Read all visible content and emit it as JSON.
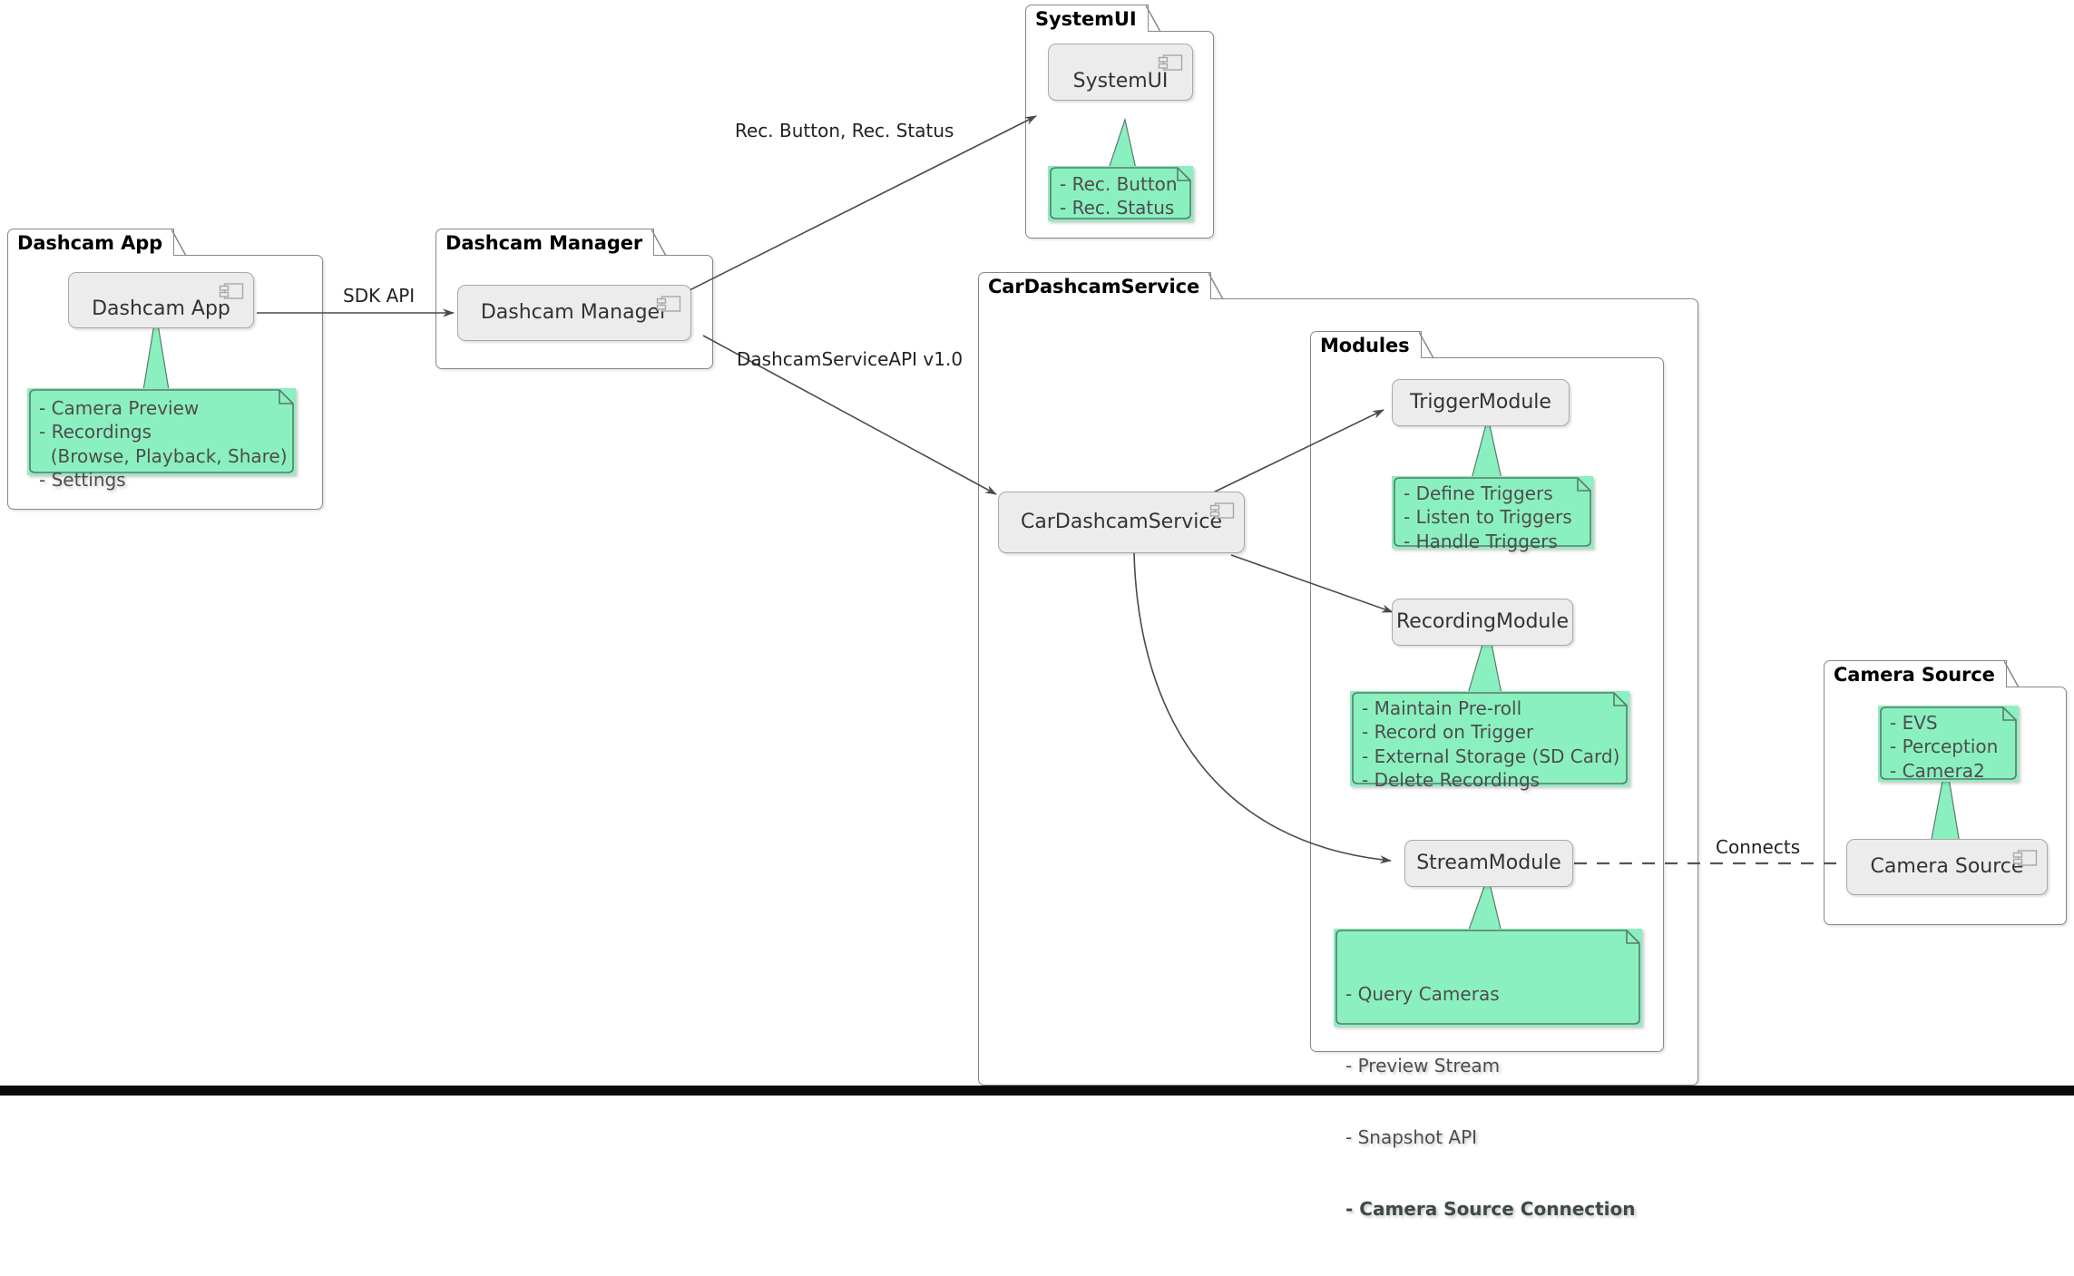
{
  "diagram": {
    "type": "uml-component-diagram",
    "note_color": "#8BF0C0",
    "component_color": "#ECECEC",
    "border_color": "#888888"
  },
  "packages": {
    "dashcam_app": {
      "title": "Dashcam App",
      "component": {
        "label": "Dashcam App",
        "icon": "component-icon"
      },
      "note": "- Camera Preview\n- Recordings\n  (Browse, Playback, Share)\n- Settings"
    },
    "dashcam_manager": {
      "title": "Dashcam Manager",
      "component": {
        "label": "Dashcam Manager",
        "icon": "component-icon"
      }
    },
    "system_ui": {
      "title": "SystemUI",
      "component": {
        "label": "SystemUI",
        "icon": "component-icon"
      },
      "note": "- Rec. Button\n- Rec. Status"
    },
    "car_dashcam_service": {
      "title": "CarDashcamService",
      "component": {
        "label": "CarDashcamService",
        "icon": "component-icon"
      }
    },
    "modules": {
      "title": "Modules",
      "trigger": {
        "label": "TriggerModule",
        "note": "- Define Triggers\n- Listen to Triggers\n- Handle Triggers"
      },
      "recording": {
        "label": "RecordingModule",
        "note": "- Maintain Pre-roll\n- Record on Trigger\n- External Storage (SD Card)\n- Delete Recordings"
      },
      "stream": {
        "label": "StreamModule",
        "note_lines": [
          "- Query Cameras",
          "- Preview Stream",
          "- Snapshot API",
          "- Camera Source Connection"
        ],
        "note_bold_line": "- Camera Source Connection"
      }
    },
    "camera_source": {
      "title": "Camera Source",
      "component": {
        "label": "Camera Source",
        "icon": "component-icon"
      },
      "note": "- EVS\n- Perception\n- Camera2"
    }
  },
  "edges": {
    "sdk_api": "SDK API",
    "rec_button_status": "Rec. Button, Rec. Status",
    "dashcam_service_api": "DashcamServiceAPI v1.0",
    "connects": "Connects"
  }
}
